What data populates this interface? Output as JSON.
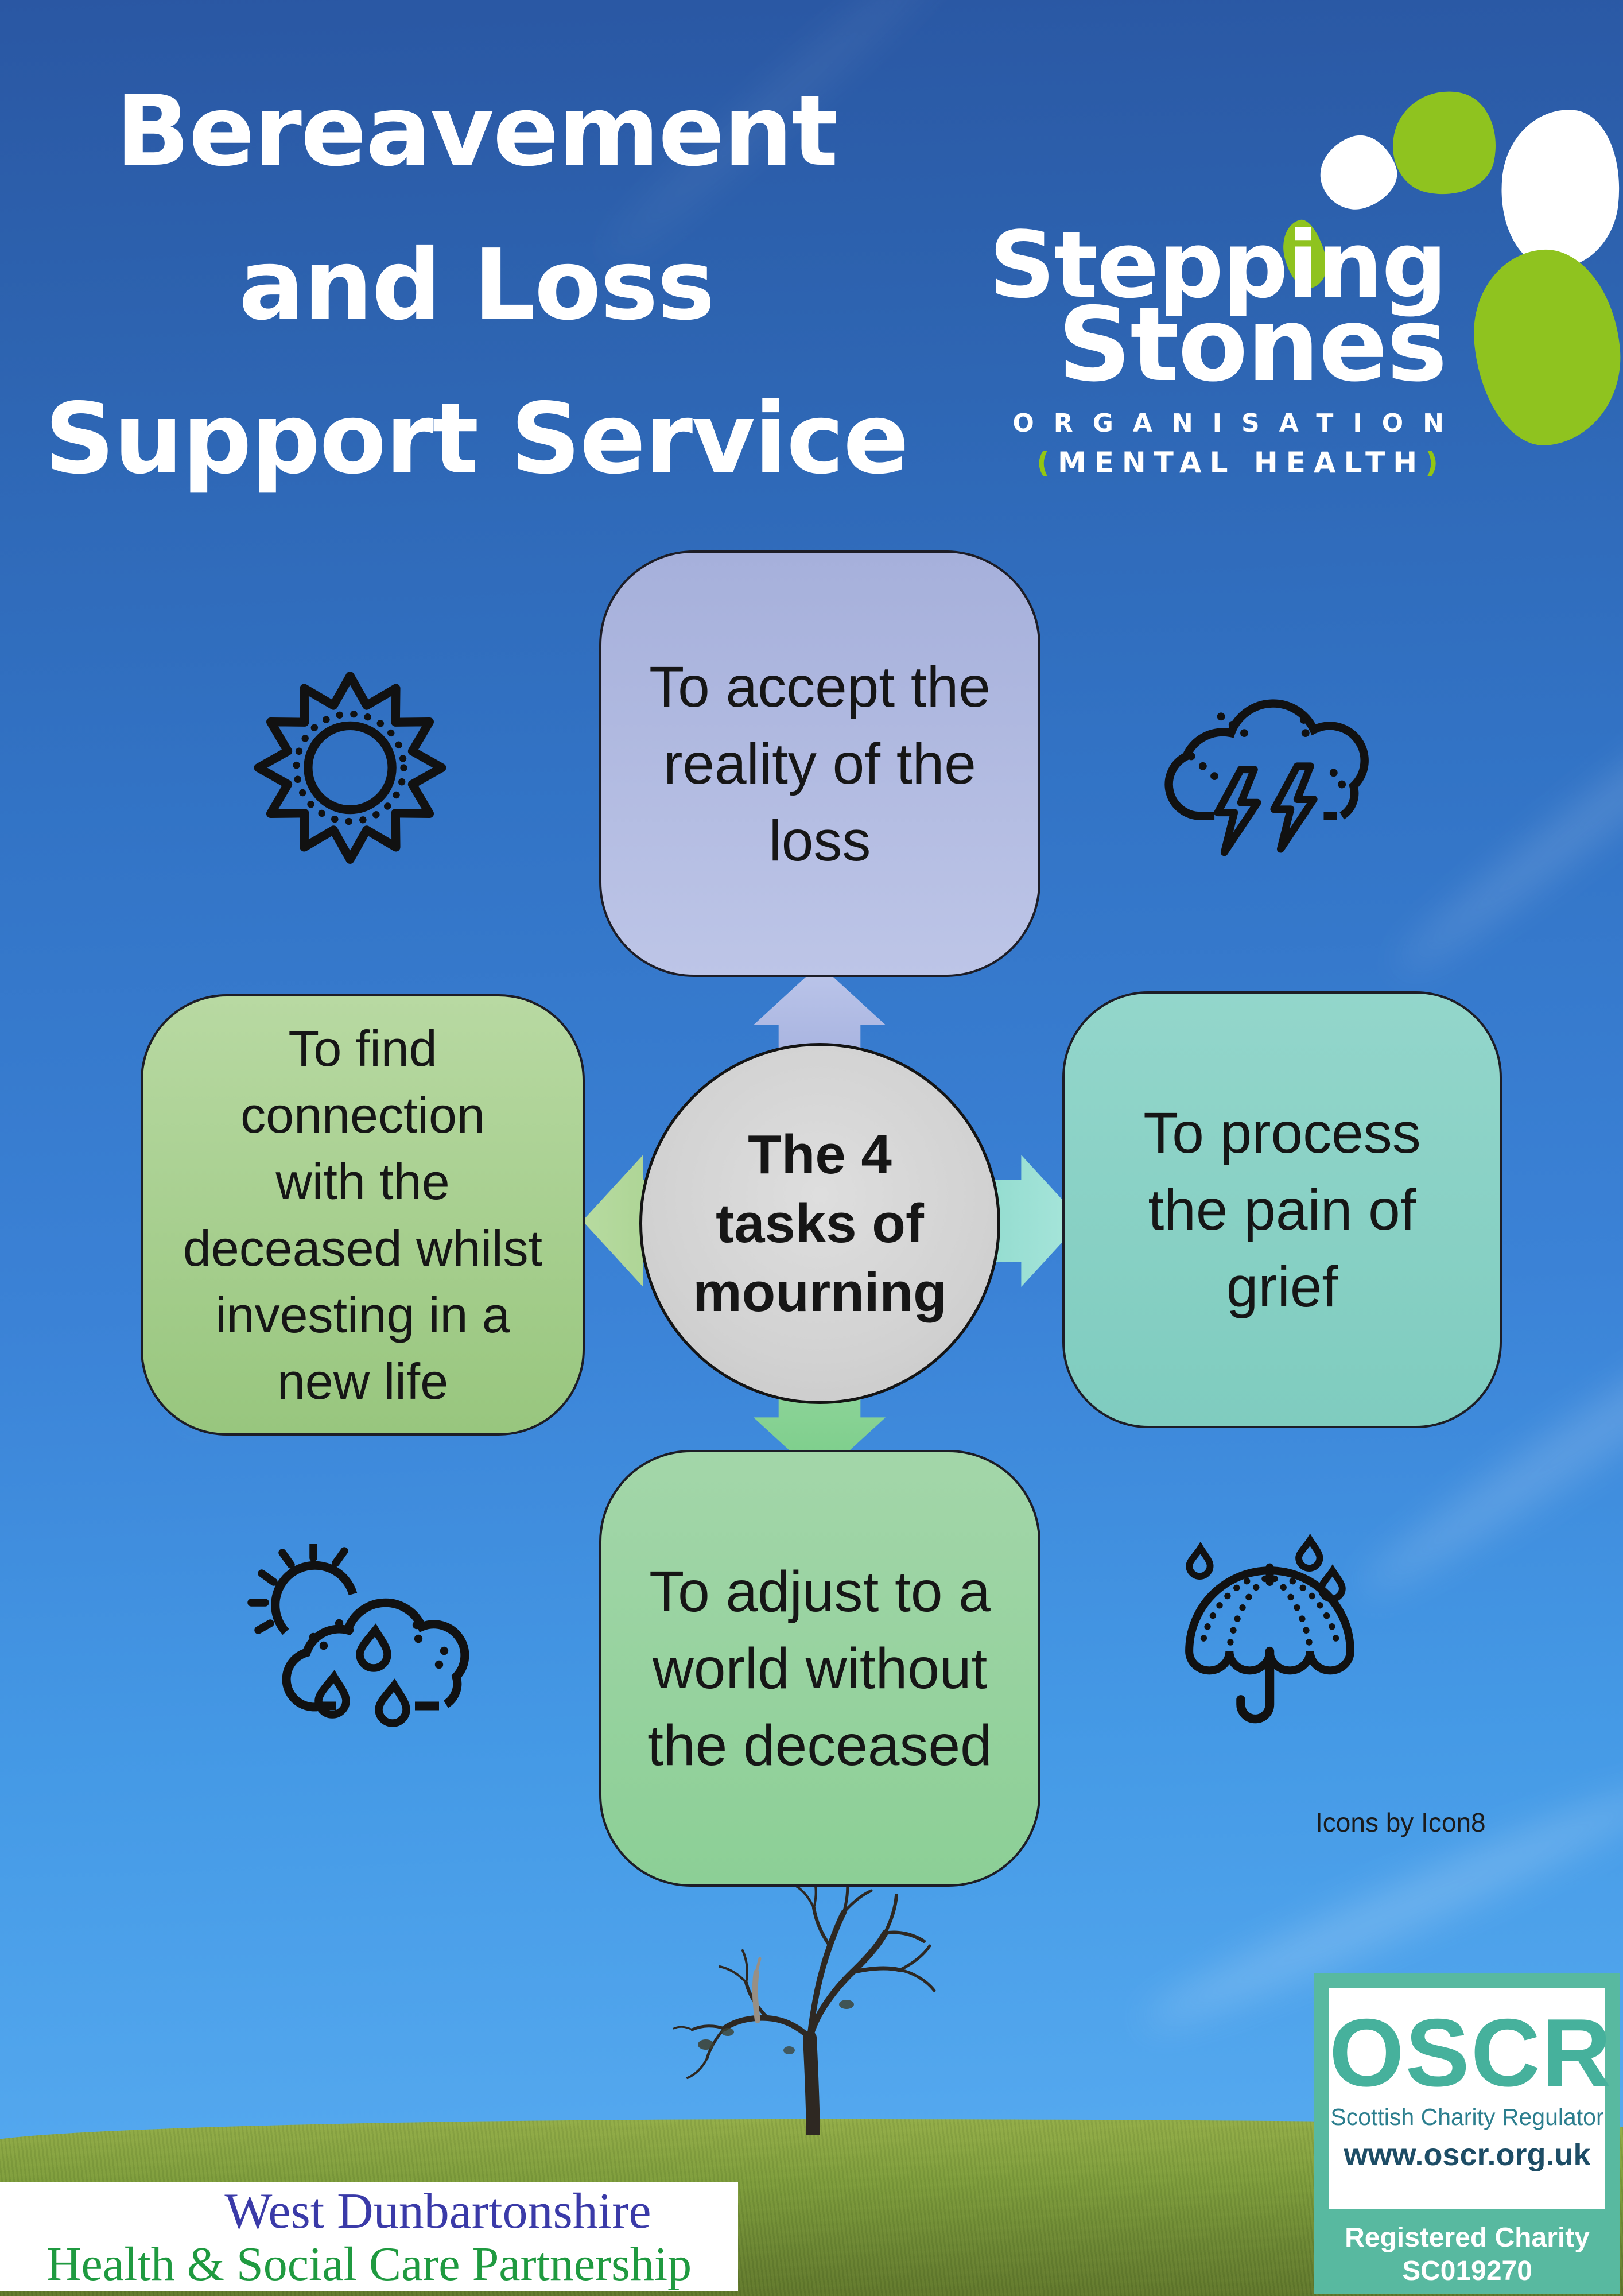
{
  "title": {
    "lines": [
      "Bereavement",
      "and Loss",
      "Support Service"
    ]
  },
  "logo": {
    "name_line1": "Stepping",
    "name_line2": "Stones",
    "org": "ORGANISATION",
    "paren_open": "(",
    "mental_health": "MENTAL HEALTH",
    "paren_close": ")",
    "colors": {
      "stone_green": "#8fc31f",
      "stone_white": "#ffffff"
    }
  },
  "diagram": {
    "center": {
      "lines": [
        "The 4",
        "tasks of",
        "mourning"
      ],
      "fill": "#d6d6d6"
    },
    "top_box": {
      "lines": [
        "To accept the",
        "reality of the",
        "loss"
      ],
      "fill": "#b1bbe1"
    },
    "right_box": {
      "lines": [
        "To process",
        "the pain of",
        "grief"
      ],
      "fill": "#89d1c5"
    },
    "left_box": {
      "lines": [
        "To find",
        "connection",
        "with the",
        "deceased whilst",
        "investing in a",
        "new life"
      ],
      "fill": "#a8d090"
    },
    "bottom_box": {
      "lines": [
        "To adjust to a",
        "world without",
        "the deceased"
      ],
      "fill": "#98d2a0"
    },
    "icons": [
      "sun",
      "storm-cloud-lightning",
      "sun-behind-rain-cloud",
      "umbrella-with-rain"
    ]
  },
  "credit": "Icons by Icon8",
  "oscr": {
    "acronym": "OSCR",
    "subtitle": "Scottish Charity Regulator",
    "url": "www.oscr.org.uk",
    "registered_line1": "Registered Charity",
    "registered_line2": "SC019270",
    "teal": "#58b9a0",
    "navy": "#1d4d66"
  },
  "partnership": {
    "line1": "West Dunbartonshire",
    "line2": "Health & Social Care Partnership",
    "blue": "#3a3aa8",
    "green": "#1f9a40"
  },
  "colors": {
    "sky_top": "#2a57a3",
    "sky_bottom": "#55a9ef",
    "grass": "#7d9c3c"
  }
}
